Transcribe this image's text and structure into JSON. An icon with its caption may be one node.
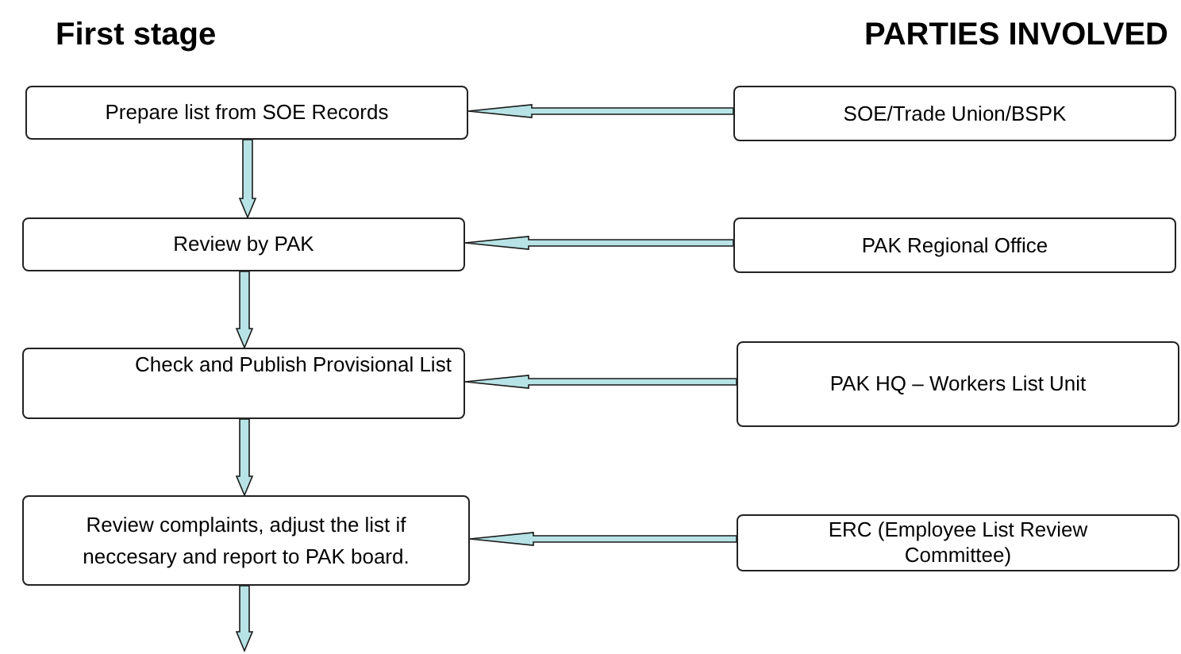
{
  "diagram": {
    "nodes": [
      {
        "text": [
          "Prepare list from SOE Records"
        ]
      },
      {
        "text": [
          "Review by PAK"
        ]
      },
      {
        "text": [
          "Check and Publish Provisional List"
        ]
      },
      {
        "text": [
          "Review complaints, adjust the list if neccesary and report to PAK board."
        ]
      },
      {
        "text": [
          "SOE/Trade Union/BSPK"
        ]
      },
      {
        "text": [
          "PAK Regional Office"
        ]
      },
      {
        "text": [
          "PAK HQ – Workers List Unit"
        ]
      },
      {
        "text": [
          "ERC (Employee List Review Committee)"
        ]
      }
    ],
    "edges": [
      {
        "from": 0,
        "to": 1,
        "arrow": "to"
      },
      {
        "from": 1,
        "to": 2,
        "arrow": "to"
      },
      {
        "from": 2,
        "to": 3,
        "arrow": "to"
      },
      {
        "from": 3,
        "to": null,
        "arrow": "to"
      },
      {
        "from": 4,
        "to": 0,
        "arrow": "to"
      },
      {
        "from": 5,
        "to": 1,
        "arrow": "to"
      },
      {
        "from": 6,
        "to": 2,
        "arrow": "to"
      },
      {
        "from": 7,
        "to": 3,
        "arrow": "to"
      }
    ],
    "labels": [
      "First stage",
      "PARTIES INVOLVED"
    ]
  }
}
